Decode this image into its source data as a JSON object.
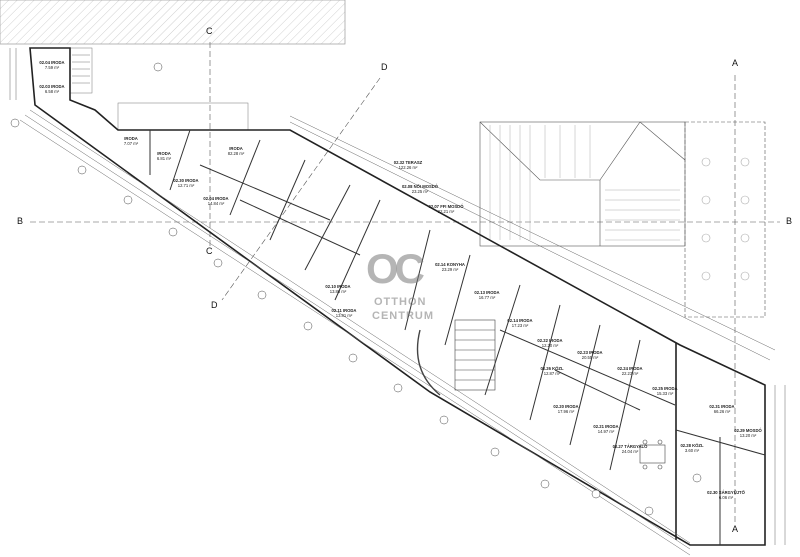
{
  "watermark": {
    "logo": "OC",
    "line1": "OTTHON",
    "line2": "CENTRUM"
  },
  "section_markers": {
    "a_top": "A",
    "a_bottom": "A",
    "b_left": "B",
    "b_right": "B",
    "c_top": "C",
    "c_mid": "C",
    "d_top": "D",
    "d_mid": "D"
  },
  "rooms": [
    {
      "id": "02.04",
      "name": "IRODA",
      "area": "7.59 m²"
    },
    {
      "id": "02.03",
      "name": "IRODA",
      "area": "6.58 m²"
    },
    {
      "id": "",
      "name": "IRODA",
      "area": "7.07 m²"
    },
    {
      "id": "",
      "name": "IRODA",
      "area": "6.81 m²"
    },
    {
      "id": "",
      "name": "IRODA",
      "area": "82.28 m²"
    },
    {
      "id": "02.30",
      "name": "IRODA",
      "area": "12.71 m²"
    },
    {
      "id": "02.04",
      "name": "IRODA",
      "area": "14.84 m²"
    },
    {
      "id": "02.32",
      "name": "TERASZ",
      "area": "122.26 m²"
    },
    {
      "id": "02.08",
      "name": "NŐI MOSDÓ",
      "area": "23.25 m²"
    },
    {
      "id": "02.07",
      "name": "FFI MOSDÓ",
      "area": "22.21 m²"
    },
    {
      "id": "02.14",
      "name": "KONYHA",
      "area": "23.29 m²"
    },
    {
      "id": "02.10",
      "name": "IRODA",
      "area": "13.86 m²"
    },
    {
      "id": "02.11",
      "name": "IRODA",
      "area": "13.81 m²"
    },
    {
      "id": "02.13",
      "name": "IRODA",
      "area": "16.77 m²"
    },
    {
      "id": "02.14",
      "name": "IRODA",
      "area": "17.23 m²"
    },
    {
      "id": "02.22",
      "name": "IRODA",
      "area": "12.20 m²"
    },
    {
      "id": "02.23",
      "name": "IRODA",
      "area": "20.55 m²"
    },
    {
      "id": "02.24",
      "name": "IRODA",
      "area": "22.23 m²"
    },
    {
      "id": "02.25",
      "name": "IRODA",
      "area": "15.33 m²"
    },
    {
      "id": "02.26",
      "name": "KÖZL",
      "area": "12.87 m²"
    },
    {
      "id": "02.20",
      "name": "IRODA",
      "area": "17.96 m²"
    },
    {
      "id": "02.21",
      "name": "IRODA",
      "area": "14.97 m²"
    },
    {
      "id": "02.27",
      "name": "TÁRGYALÓ",
      "area": "24.04 m²"
    },
    {
      "id": "02.28",
      "name": "KÖZL",
      "area": "3.60 m²"
    },
    {
      "id": "02.31",
      "name": "IRODA",
      "area": "66.26 m²"
    },
    {
      "id": "02.29",
      "name": "MOSDÓ",
      "area": "13.20 m²"
    },
    {
      "id": "02.30",
      "name": "SÁRGYŰJTŐ",
      "area": "6.06 m²"
    }
  ]
}
